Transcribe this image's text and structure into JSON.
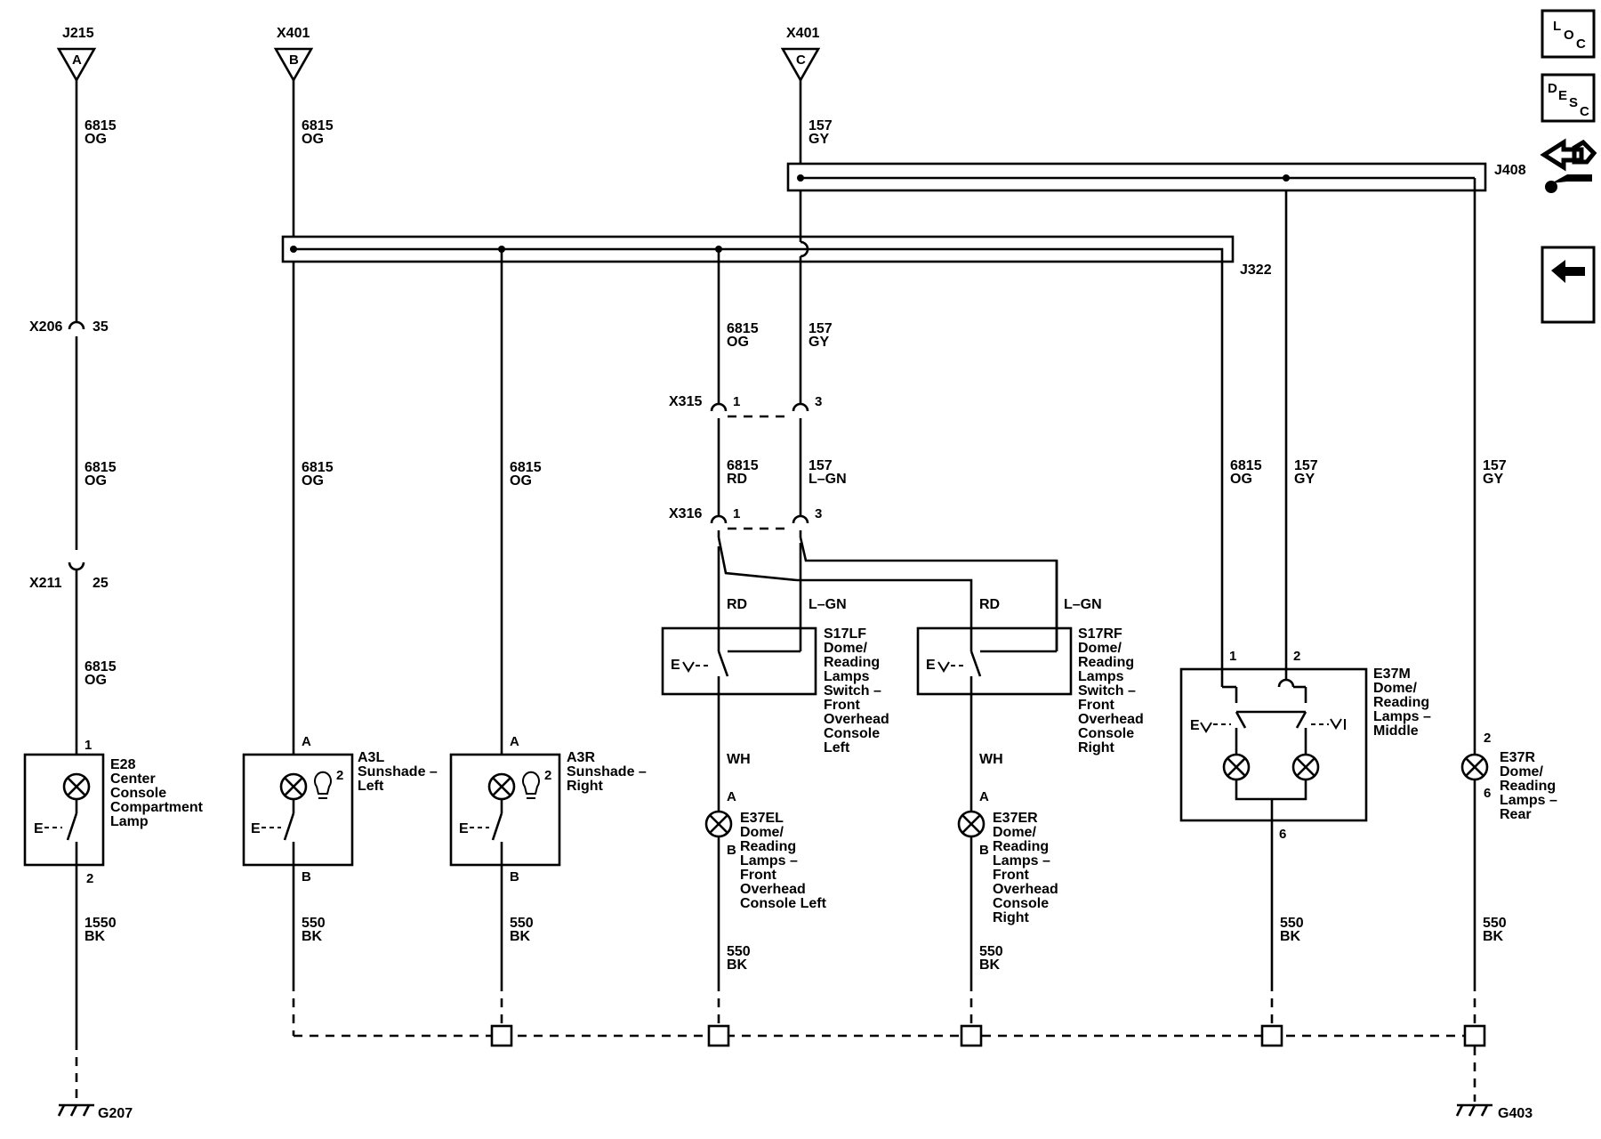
{
  "connectors": {
    "j215": {
      "name": "J215",
      "pin": "A"
    },
    "x401b": {
      "name": "X401",
      "pin": "B"
    },
    "x401c": {
      "name": "X401",
      "pin": "C"
    },
    "x206": {
      "name": "X206",
      "pin": "35"
    },
    "x211": {
      "name": "X211",
      "pin": "25"
    },
    "x315": {
      "name": "X315",
      "pin1": "1",
      "pin3": "3"
    },
    "x316": {
      "name": "X316",
      "pin1": "1",
      "pin3": "3"
    },
    "j322": "J322",
    "j408": "J408"
  },
  "wires": {
    "c1_top": [
      "6815",
      "OG"
    ],
    "c1_mid": [
      "6815",
      "OG"
    ],
    "c1_low": [
      "6815",
      "OG"
    ],
    "c1_gnd": [
      "1550",
      "BK"
    ],
    "c2_top": [
      "6815",
      "OG"
    ],
    "c2_mid": [
      "6815",
      "OG"
    ],
    "c2_gnd": [
      "550",
      "BK"
    ],
    "c3_mid": [
      "6815",
      "OG"
    ],
    "c3_gnd": [
      "550",
      "BK"
    ],
    "c4_a": [
      "6815",
      "OG"
    ],
    "c4_b": [
      "6815",
      "RD"
    ],
    "c4_c": "RD",
    "c4_d": "WH",
    "c4_gnd": [
      "550",
      "BK"
    ],
    "c5_top": [
      "157",
      "GY"
    ],
    "c5_a": [
      "157",
      "GY"
    ],
    "c5_b": [
      "157",
      "L–GN"
    ],
    "c5_c": "L–GN",
    "c6_c": "RD",
    "c6_d": "WH",
    "c6_gnd": [
      "550",
      "BK"
    ],
    "c6_lgn": "L–GN",
    "c7_mid": [
      "6815",
      "OG"
    ],
    "c8_mid": [
      "157",
      "GY"
    ],
    "c8_gnd": [
      "550",
      "BK"
    ],
    "c9_mid": [
      "157",
      "GY"
    ],
    "c9_gnd": [
      "550",
      "BK"
    ]
  },
  "components": {
    "e28": {
      "lines": [
        "E28",
        "Center",
        "Console",
        "Compartment",
        "Lamp"
      ],
      "pin_top": "1",
      "pin_bot": "2"
    },
    "a3l": {
      "lines": [
        "A3L",
        "Sunshade –",
        "Left"
      ],
      "pin_top": "A",
      "pin_bot": "B",
      "lamp_pin": "2"
    },
    "a3r": {
      "lines": [
        "A3R",
        "Sunshade –",
        "Right"
      ],
      "pin_top": "A",
      "pin_bot": "B",
      "lamp_pin": "2"
    },
    "s17lf": {
      "lines": [
        "S17LF",
        "Dome/",
        "Reading",
        "Lamps",
        "Switch –",
        "Front",
        "Overhead",
        "Console",
        "Left"
      ]
    },
    "s17rf": {
      "lines": [
        "S17RF",
        "Dome/",
        "Reading",
        "Lamps",
        "Switch –",
        "Front",
        "Overhead",
        "Console",
        "Right"
      ]
    },
    "e37el": {
      "lines": [
        "E37EL",
        "Dome/",
        "Reading",
        "Lamps –",
        "Front",
        "Overhead",
        "Console Left"
      ],
      "pin_top": "A",
      "pin_bot": "B"
    },
    "e37er": {
      "lines": [
        "E37ER",
        "Dome/",
        "Reading",
        "Lamps –",
        "Front",
        "Overhead",
        "Console",
        "Right"
      ],
      "pin_top": "A",
      "pin_bot": "B"
    },
    "e37m": {
      "lines": [
        "E37M",
        "Dome/",
        "Reading",
        "Lamps –",
        "Middle"
      ],
      "pin1": "1",
      "pin2": "2",
      "pin6": "6"
    },
    "e37r": {
      "lines": [
        "E37R",
        "Dome/",
        "Reading",
        "Lamps –",
        "Rear"
      ],
      "pin_top": "2",
      "pin_bot": "6"
    }
  },
  "grounds": {
    "g207": "G207",
    "g403": "G403"
  },
  "sidebar": {
    "loc": {
      "l": "L",
      "o": "O",
      "c": "C"
    },
    "desc": {
      "d": "D",
      "e": "E",
      "s": "S",
      "c": "C"
    }
  }
}
